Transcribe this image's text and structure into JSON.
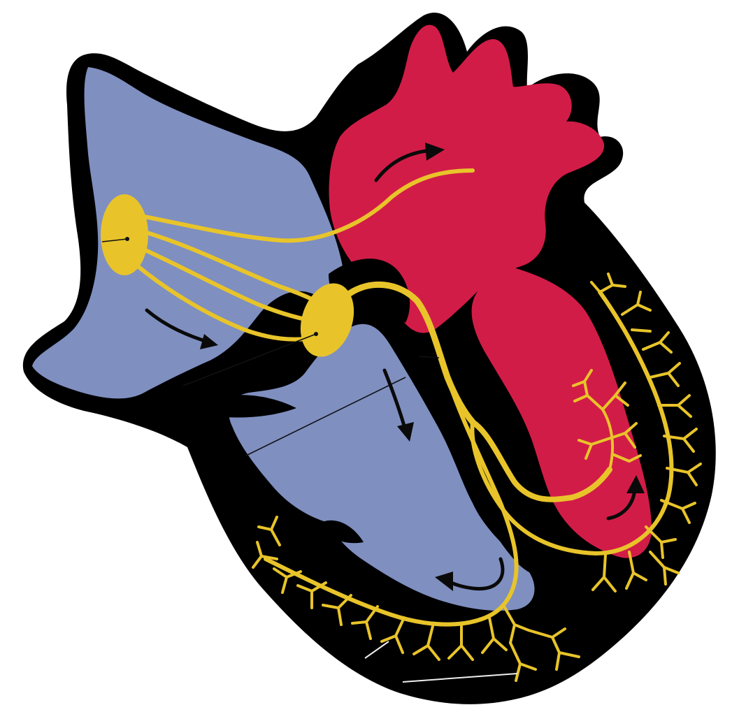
{
  "diagram": {
    "subject": "heart-conduction-system",
    "colors": {
      "background": "#ffffff",
      "outline": "#000000",
      "deoxygenated_chambers": "#7f8fc0",
      "oxygenated_chambers": "#d21c48",
      "conduction_tissue": "#e8c42a",
      "flow_arrows": "#0a0a0a"
    },
    "parts": [
      "sinoatrial-node",
      "atrioventricular-node",
      "internodal-pathways",
      "bundle-of-his",
      "right-bundle-branch",
      "left-bundle-branch",
      "purkinje-fibers",
      "right-atrium",
      "right-ventricle",
      "left-atrium",
      "left-ventricle",
      "aorta",
      "vena-cava"
    ],
    "flow_arrows": [
      "right-atrium-flow-arrow",
      "tricuspid-flow-arrow",
      "right-ventricle-outflow-arrow",
      "left-atrium-flow-arrow",
      "left-ventricle-flow-arrow"
    ]
  }
}
